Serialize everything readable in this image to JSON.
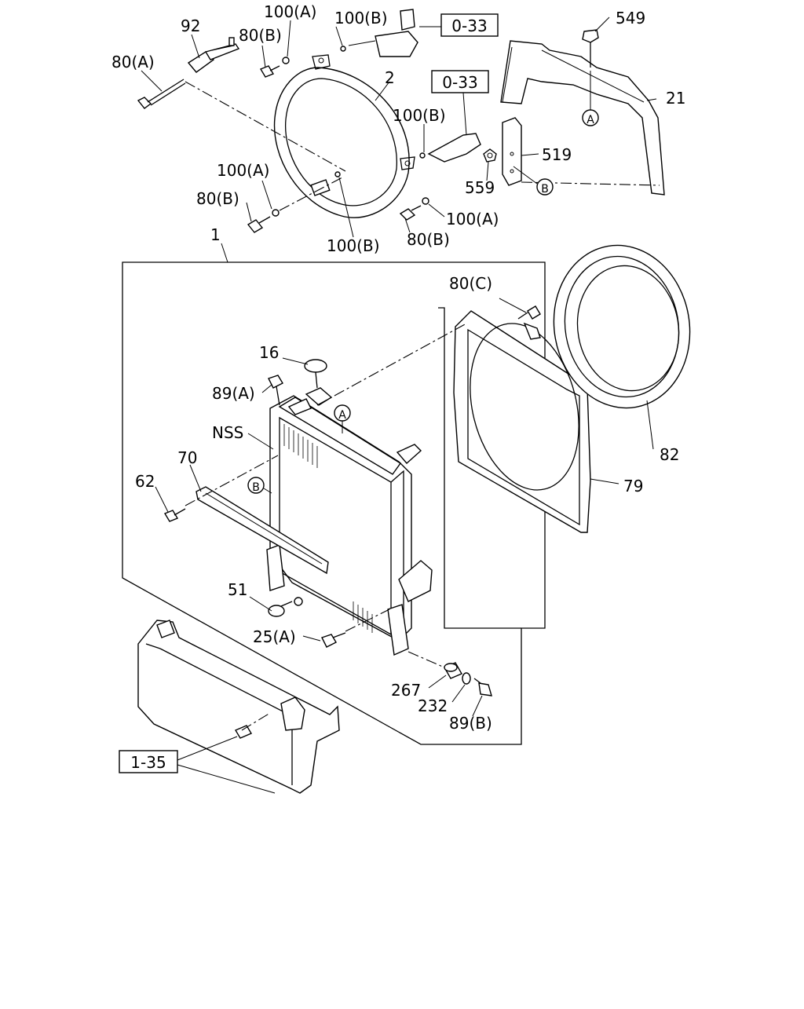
{
  "labels": {
    "p92": "92",
    "p80a": "80(A)",
    "p80b_top": "80(B)",
    "p100a_top": "100(A)",
    "p100b_top": "100(B)",
    "ref_033_top": "0-33",
    "p549": "549",
    "p2": "2",
    "ref_033_mid": "0-33",
    "p21": "21",
    "p100b_mid": "100(B)",
    "p519": "519",
    "p559": "559",
    "marker_a_top": "A",
    "marker_b_top": "B",
    "p100a_left": "100(A)",
    "p80b_left": "80(B)",
    "p100a_right": "100(A)",
    "p80b_bottom": "80(B)",
    "p100b_bottom": "100(B)",
    "p1": "1",
    "p80c": "80(C)",
    "p16": "16",
    "p89a": "89(A)",
    "nss": "NSS",
    "marker_a_mid": "A",
    "p70": "70",
    "marker_b_mid": "B",
    "p62": "62",
    "p82": "82",
    "p79": "79",
    "p51": "51",
    "p25a": "25(A)",
    "p267": "267",
    "p232": "232",
    "p89b": "89(B)",
    "ref_135": "1-35"
  }
}
